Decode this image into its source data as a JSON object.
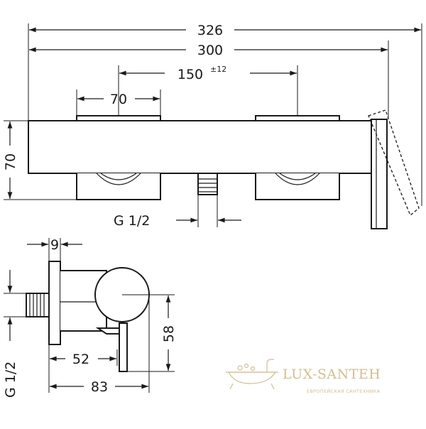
{
  "dimensions": {
    "overall_width": "326",
    "body_width": "300",
    "center_distance": "150",
    "center_tolerance": "±12",
    "cap_width": "70",
    "height": "70",
    "connection_front": "G 1/2",
    "wall_offset": "9",
    "connection_side": "G 1/2",
    "outlet_distance": "52",
    "total_depth": "83",
    "handle_height": "58"
  },
  "watermark": {
    "brand": "LUX-SANTEH",
    "tagline": "ЕВРОПЕЙСКАЯ САНТЕХНИКА"
  },
  "colors": {
    "line": "#1a1a1a",
    "watermark": "#c9a86a"
  }
}
